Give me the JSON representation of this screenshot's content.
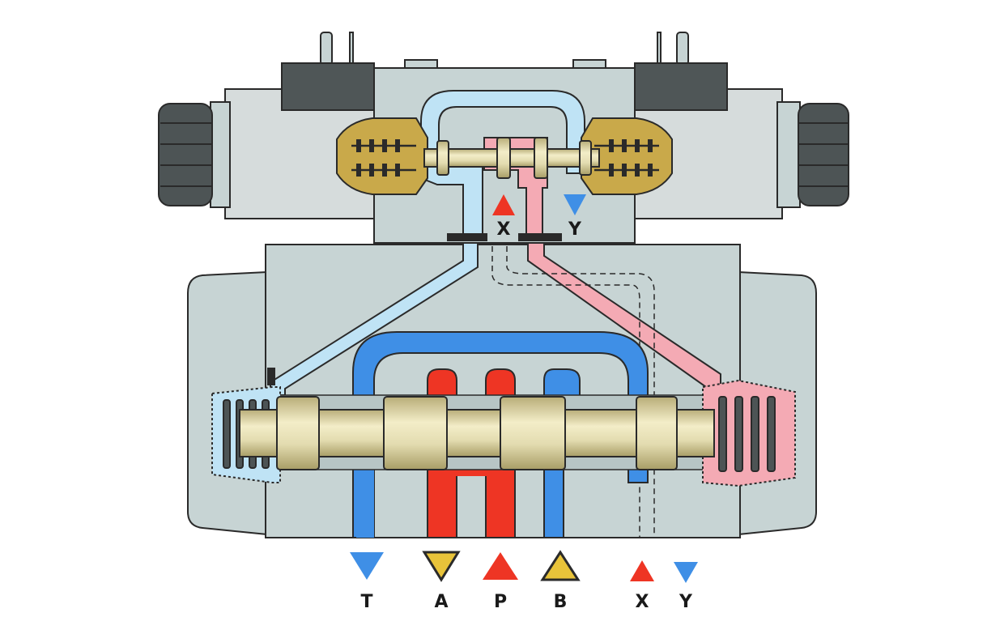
{
  "colors": {
    "body": "#c7d4d4",
    "body_dark": "#b7c5c5",
    "outline": "#2a2a2a",
    "tank": "#3f8fe6",
    "pressure": "#ee3524",
    "pilot_tank": "#bfe3f5",
    "pilot_pressure": "#f4aab4",
    "spool": "#e3dcb0",
    "spool_shade": "#b8ad78",
    "brass": "#c9a94a",
    "knob": "#4d5455",
    "connector": "#4f5657",
    "coil": "#d6dcdc",
    "arrow_work": "#e8c33a"
  },
  "pilot_labels": {
    "x": "X",
    "y": "Y"
  },
  "ports": [
    {
      "label": "T",
      "kind": "tank",
      "direction": "down"
    },
    {
      "label": "A",
      "kind": "work",
      "direction": "down"
    },
    {
      "label": "P",
      "kind": "pressure",
      "direction": "up"
    },
    {
      "label": "B",
      "kind": "work",
      "direction": "up"
    },
    {
      "label": "X",
      "kind": "pressure",
      "direction": "up"
    },
    {
      "label": "Y",
      "kind": "tank",
      "direction": "down"
    }
  ]
}
